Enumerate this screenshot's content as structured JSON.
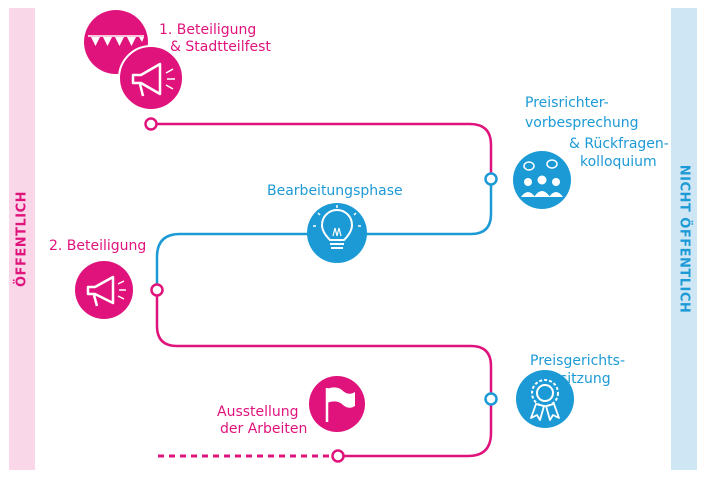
{
  "colors": {
    "public": "#e0137c",
    "nonpublic": "#1c9ad6",
    "public_band": "#f9d6e8",
    "nonpublic_band": "#cfe6f5"
  },
  "bands": {
    "left": "ÖFFENTLICH",
    "right": "NICHT ÖFFENTLICH"
  },
  "steps": {
    "beteiligung1": {
      "line1": "1. Beteiligung",
      "line2": "& Stadtteilfest",
      "icons": [
        "bunting-icon",
        "megaphone-icon"
      ]
    },
    "preisrichter": {
      "line1": "Preisrichter-",
      "line2": "vorbesprechung",
      "line3": "& Rückfragen-",
      "line4": "kolloquium",
      "icon": "people-speech-icon"
    },
    "bearbeitung": {
      "label": "Bearbeitungsphase",
      "icon": "lightbulb-icon"
    },
    "beteiligung2": {
      "label": "2. Beteiligung",
      "icon": "megaphone-icon"
    },
    "preisgericht": {
      "line1": "Preisgerichts-",
      "line2": "sitzung",
      "icon": "award-icon"
    },
    "ausstellung": {
      "line1": "Ausstellung",
      "line2": "der Arbeiten",
      "icon": "flag-icon"
    }
  }
}
